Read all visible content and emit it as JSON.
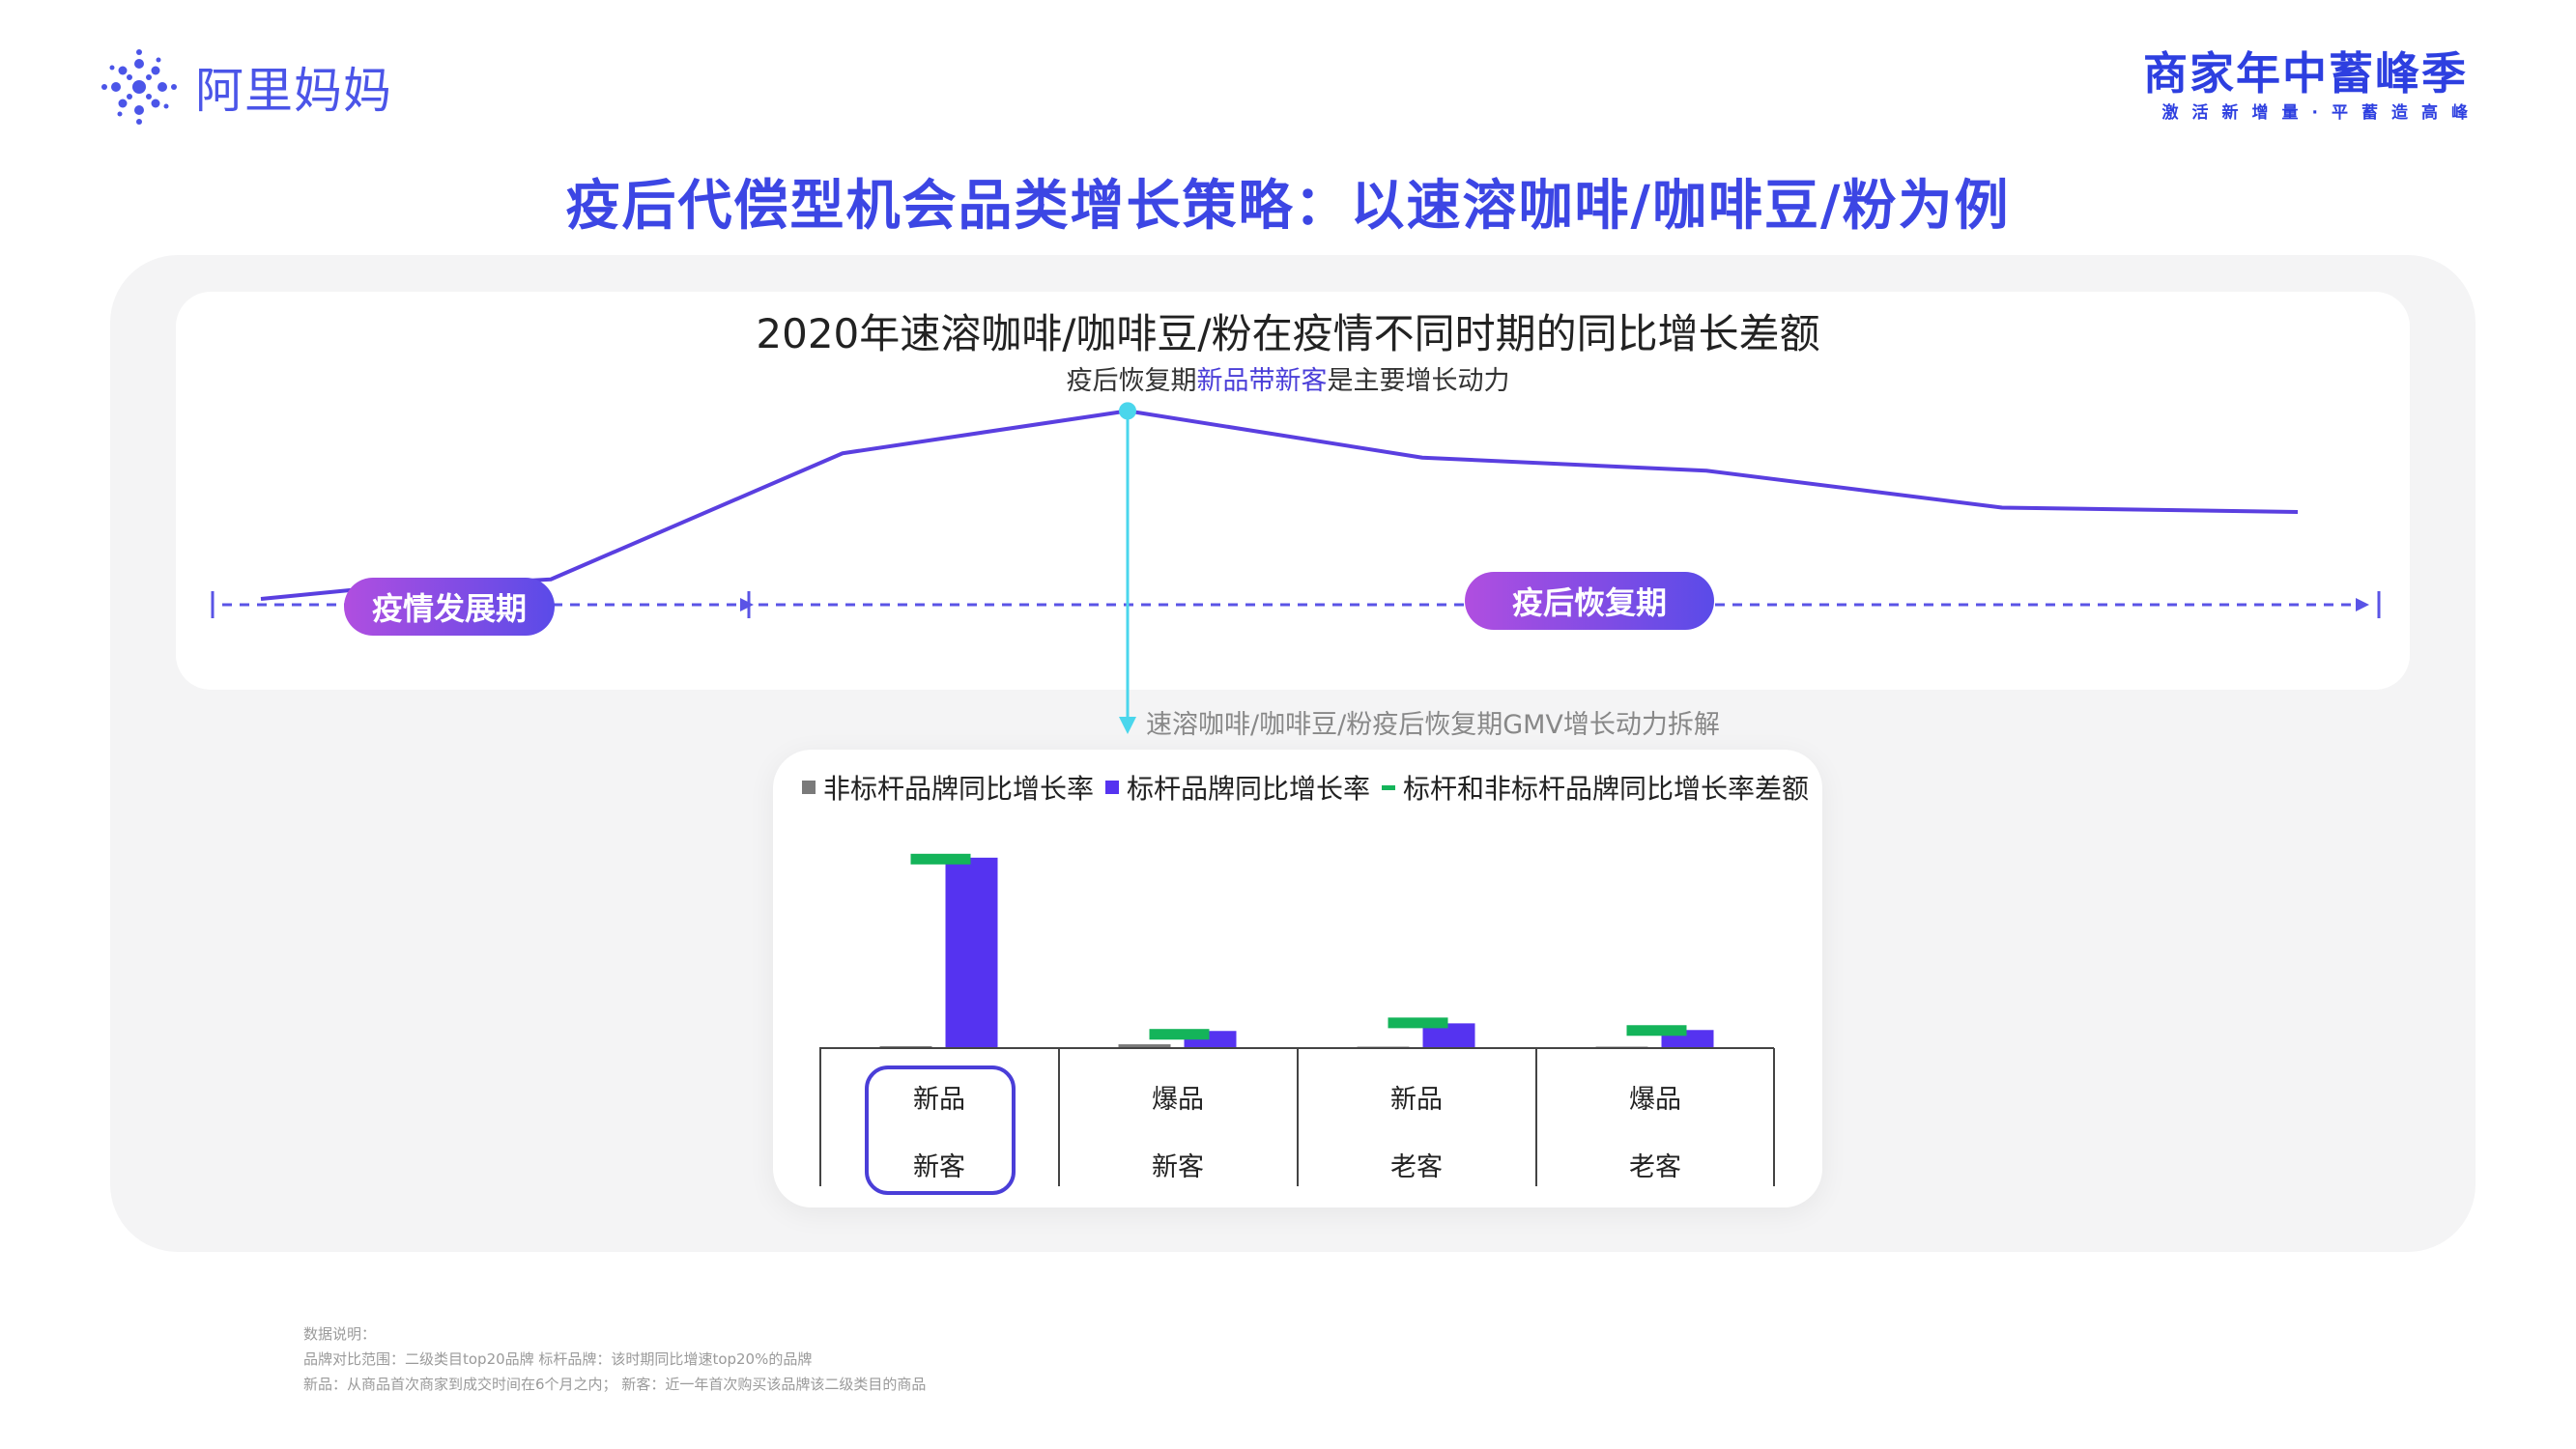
{
  "header": {
    "logo_text": "阿里妈妈",
    "brand_main": "商家年中蓄峰季",
    "brand_sub": "激活新增量·平蓄造高峰",
    "title": "疫后代偿型机会品类增长策略：以速溶咖啡/咖啡豆/粉为例"
  },
  "colors": {
    "brand_blue": "#3c46e4",
    "line_purple": "#5a3fe0",
    "bar_purple": "#5533f0",
    "bar_gray": "#7a7a7a",
    "diff_green": "#14b45a",
    "connector_cyan": "#4ad6ec"
  },
  "line_chart": {
    "title": "2020年速溶咖啡/咖啡豆/粉在疫情不同时期的同比增长差额",
    "subtitle_pre": "疫后恢复期",
    "subtitle_hl": "新品带新客",
    "subtitle_post": "是主要增长动力",
    "phase1": "疫情发展期",
    "phase2": "疫后恢复期"
  },
  "breakdown_label": "速溶咖啡/咖啡豆/粉疫后恢复期GMV增长动力拆解",
  "chart_data": [
    {
      "type": "line",
      "title": "2020年速溶咖啡/咖啡豆/粉在疫情不同时期的同比增长差额",
      "x": [
        0,
        1,
        2,
        3,
        4,
        5,
        6,
        7,
        8
      ],
      "y": [
        0.0,
        0.08,
        0.18,
        1.34,
        1.73,
        1.3,
        1.18,
        0.84,
        0.8
      ],
      "ylim": [
        0,
        2
      ],
      "highlight_index": 4,
      "phases": [
        "疫情发展期",
        "疫后恢复期"
      ],
      "annotation": "疫后恢复期新品带新客是主要增长动力",
      "axis_labels_shown": false
    },
    {
      "type": "bar",
      "categories": [
        [
          "新品",
          "新客"
        ],
        [
          "爆品",
          "新客"
        ],
        [
          "新品",
          "老客"
        ],
        [
          "爆品",
          "老客"
        ]
      ],
      "highlight_category": 0,
      "series": [
        {
          "name": "非标杆品牌同比增长率",
          "color": "#7a7a7a",
          "values": [
            0.2,
            0.4,
            0.0,
            0.1
          ]
        },
        {
          "name": "标杆品牌同比增长率",
          "color": "#5533f0",
          "values": [
            20.0,
            1.8,
            2.6,
            1.9
          ]
        },
        {
          "name": "标杆和非标杆品牌同比增长率差额",
          "color": "#14b45a",
          "marker": "dash",
          "values": [
            19.8,
            1.4,
            2.6,
            1.8
          ]
        }
      ],
      "ylim": [
        0,
        21
      ],
      "axis_labels_shown": false
    }
  ],
  "notes": {
    "line1": "数据说明：",
    "line2": "品牌对比范围：二级类目top20品牌 标杆品牌：该时期同比增速top20%的品牌",
    "line3": "新品：从商品首次商家到成交时间在6个月之内；  新客：近一年首次购买该品牌该二级类目的商品"
  }
}
